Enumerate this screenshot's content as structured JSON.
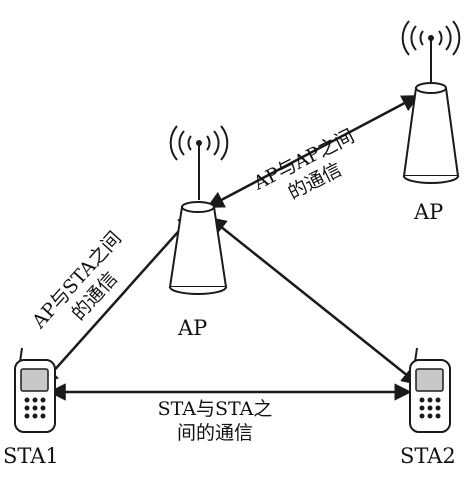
{
  "nodes": {
    "ap_center": {
      "label": "AP"
    },
    "ap_right": {
      "label": "AP"
    },
    "sta1": {
      "label": "STA1"
    },
    "sta2": {
      "label": "STA2"
    }
  },
  "edges": {
    "ap_ap": {
      "line1": "AP与AP之间",
      "line2": "的通信"
    },
    "ap_sta": {
      "line1": "AP与STA之间",
      "line2": "的通信"
    },
    "sta_sta": {
      "line1": "STA与STA之",
      "line2": "间的通信"
    }
  },
  "colors": {
    "stroke": "#1a1a1a",
    "fill": "#ffffff",
    "screen": "#c8c8c8"
  }
}
